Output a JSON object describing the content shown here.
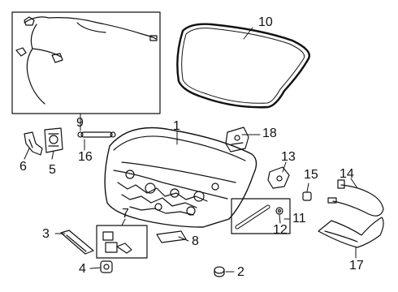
{
  "diagram": {
    "callouts": [
      {
        "id": "c1",
        "text": "1"
      },
      {
        "id": "c2",
        "text": "2"
      },
      {
        "id": "c3",
        "text": "3"
      },
      {
        "id": "c4",
        "text": "4"
      },
      {
        "id": "c5",
        "text": "5"
      },
      {
        "id": "c6",
        "text": "6"
      },
      {
        "id": "c7",
        "text": "7"
      },
      {
        "id": "c8",
        "text": "8"
      },
      {
        "id": "c9",
        "text": "9"
      },
      {
        "id": "c10",
        "text": "10"
      },
      {
        "id": "c11",
        "text": "11"
      },
      {
        "id": "c12",
        "text": "12"
      },
      {
        "id": "c13",
        "text": "13"
      },
      {
        "id": "c14",
        "text": "14"
      },
      {
        "id": "c15",
        "text": "15"
      },
      {
        "id": "c16",
        "text": "16"
      },
      {
        "id": "c17",
        "text": "17"
      },
      {
        "id": "c18",
        "text": "18"
      }
    ],
    "colors": {
      "line": "#111111",
      "background": "#ffffff"
    }
  }
}
